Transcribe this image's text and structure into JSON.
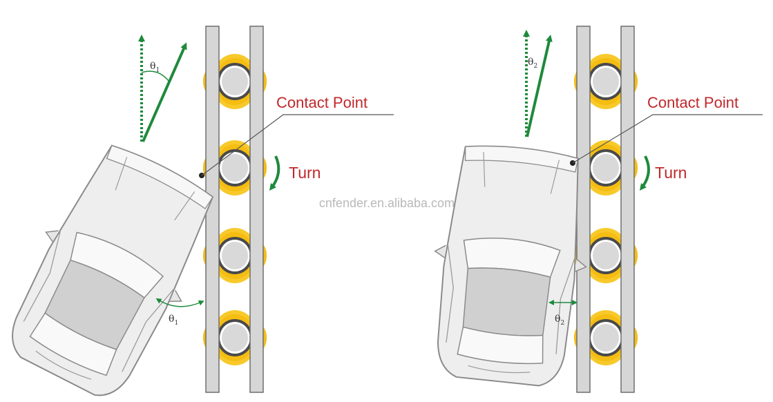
{
  "left": {
    "contact_label": "Contact Point",
    "turn_label": "Turn",
    "angle_top": "θ",
    "angle_top_sub": "1",
    "angle_bottom": "θ",
    "angle_bottom_sub": "1"
  },
  "right": {
    "contact_label": "Contact Point",
    "turn_label": "Turn",
    "angle_top": "θ",
    "angle_top_sub": "2",
    "angle_bottom": "θ",
    "angle_bottom_sub": "2"
  },
  "watermark": "cnfender.en.alibaba.com",
  "colors": {
    "label_red": "#c0282b",
    "arrow_green": "#1e8a3c",
    "roller_yellow": "#f2b705",
    "rail_gray": "#d6d6d6"
  }
}
